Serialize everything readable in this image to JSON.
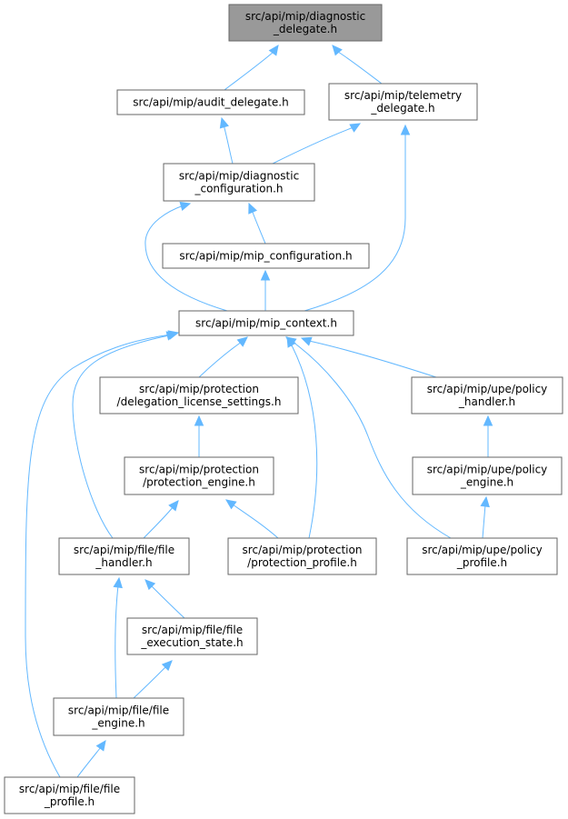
{
  "diagram": {
    "type": "include-dependency-graph",
    "highlight_node": "diagnostic_delegate",
    "colors": {
      "node_border": "#666666",
      "node_fill": "#ffffff",
      "highlight_fill": "#999999",
      "edge": "#63b8ff"
    },
    "nodes": [
      {
        "id": "diagnostic_delegate",
        "lines": [
          "src/api/mip/diagnostic",
          "_delegate.h"
        ]
      },
      {
        "id": "audit_delegate",
        "lines": [
          "src/api/mip/audit_delegate.h"
        ]
      },
      {
        "id": "telemetry_delegate",
        "lines": [
          "src/api/mip/telemetry",
          "_delegate.h"
        ]
      },
      {
        "id": "diagnostic_configuration",
        "lines": [
          "src/api/mip/diagnostic",
          "_configuration.h"
        ]
      },
      {
        "id": "mip_configuration",
        "lines": [
          "src/api/mip/mip_configuration.h"
        ]
      },
      {
        "id": "mip_context",
        "lines": [
          "src/api/mip/mip_context.h"
        ]
      },
      {
        "id": "delegation_license_settings",
        "lines": [
          "src/api/mip/protection",
          "/delegation_license_settings.h"
        ]
      },
      {
        "id": "upe_policy_handler",
        "lines": [
          "src/api/mip/upe/policy",
          "_handler.h"
        ]
      },
      {
        "id": "protection_engine",
        "lines": [
          "src/api/mip/protection",
          "/protection_engine.h"
        ]
      },
      {
        "id": "upe_policy_engine",
        "lines": [
          "src/api/mip/upe/policy",
          "_engine.h"
        ]
      },
      {
        "id": "file_handler",
        "lines": [
          "src/api/mip/file/file",
          "_handler.h"
        ]
      },
      {
        "id": "protection_profile",
        "lines": [
          "src/api/mip/protection",
          "/protection_profile.h"
        ]
      },
      {
        "id": "upe_policy_profile",
        "lines": [
          "src/api/mip/upe/policy",
          "_profile.h"
        ]
      },
      {
        "id": "file_execution_state",
        "lines": [
          "src/api/mip/file/file",
          "_execution_state.h"
        ]
      },
      {
        "id": "file_engine",
        "lines": [
          "src/api/mip/file/file",
          "_engine.h"
        ]
      },
      {
        "id": "file_profile",
        "lines": [
          "src/api/mip/file/file",
          "_profile.h"
        ]
      }
    ],
    "edges": [
      {
        "from": "audit_delegate",
        "to": "diagnostic_delegate"
      },
      {
        "from": "telemetry_delegate",
        "to": "diagnostic_delegate"
      },
      {
        "from": "diagnostic_configuration",
        "to": "audit_delegate"
      },
      {
        "from": "diagnostic_configuration",
        "to": "telemetry_delegate"
      },
      {
        "from": "mip_context",
        "to": "telemetry_delegate"
      },
      {
        "from": "mip_configuration",
        "to": "diagnostic_configuration"
      },
      {
        "from": "mip_context",
        "to": "diagnostic_configuration"
      },
      {
        "from": "mip_context",
        "to": "mip_configuration"
      },
      {
        "from": "delegation_license_settings",
        "to": "mip_context"
      },
      {
        "from": "upe_policy_handler",
        "to": "mip_context"
      },
      {
        "from": "file_handler",
        "to": "mip_context"
      },
      {
        "from": "protection_profile",
        "to": "mip_context"
      },
      {
        "from": "upe_policy_profile",
        "to": "mip_context"
      },
      {
        "from": "file_profile",
        "to": "mip_context"
      },
      {
        "from": "protection_engine",
        "to": "delegation_license_settings"
      },
      {
        "from": "upe_policy_engine",
        "to": "upe_policy_handler"
      },
      {
        "from": "file_handler",
        "to": "protection_engine"
      },
      {
        "from": "protection_profile",
        "to": "protection_engine"
      },
      {
        "from": "upe_policy_profile",
        "to": "upe_policy_engine"
      },
      {
        "from": "file_execution_state",
        "to": "file_handler"
      },
      {
        "from": "file_engine",
        "to": "file_handler"
      },
      {
        "from": "file_engine",
        "to": "file_execution_state"
      },
      {
        "from": "file_profile",
        "to": "file_engine"
      }
    ]
  }
}
